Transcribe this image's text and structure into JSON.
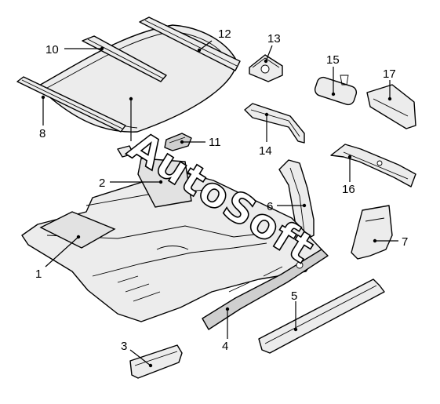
{
  "watermark": "AutoSoft",
  "callouts": [
    {
      "id": 1,
      "label": "1"
    },
    {
      "id": 2,
      "label": "2"
    },
    {
      "id": 3,
      "label": "3"
    },
    {
      "id": 4,
      "label": "4"
    },
    {
      "id": 5,
      "label": "5"
    },
    {
      "id": 6,
      "label": "6"
    },
    {
      "id": 7,
      "label": "7"
    },
    {
      "id": 8,
      "label": "8"
    },
    {
      "id": 10,
      "label": "10"
    },
    {
      "id": 11,
      "label": "11"
    },
    {
      "id": 12,
      "label": "12"
    },
    {
      "id": 13,
      "label": "13"
    },
    {
      "id": 14,
      "label": "14"
    },
    {
      "id": 15,
      "label": "15"
    },
    {
      "id": 16,
      "label": "16"
    },
    {
      "id": 17,
      "label": "17"
    }
  ],
  "colors": {
    "line": "#000000",
    "fill": "#ececec",
    "background": "#ffffff"
  }
}
